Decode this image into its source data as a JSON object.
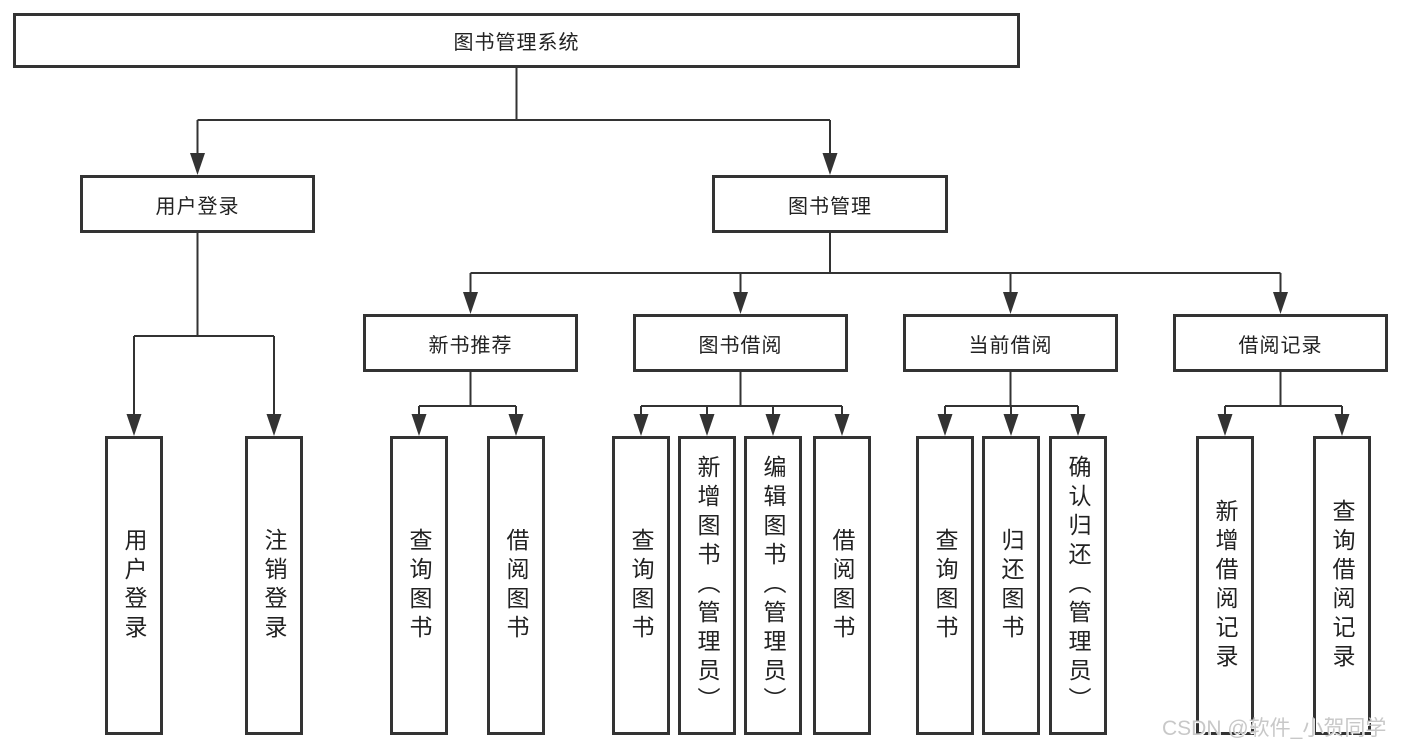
{
  "diagram": {
    "type": "tree",
    "root": {
      "label": "图书管理系统"
    },
    "branches": [
      {
        "label": "用户登录",
        "children": [
          {
            "label": "用户登录"
          },
          {
            "label": "注销登录"
          }
        ]
      },
      {
        "label": "图书管理",
        "children": [
          {
            "label": "新书推荐",
            "children": [
              {
                "label": "查询图书"
              },
              {
                "label": "借阅图书"
              }
            ]
          },
          {
            "label": "图书借阅",
            "children": [
              {
                "label": "查询图书"
              },
              {
                "label": "新增图书（管理员）"
              },
              {
                "label": "编辑图书（管理员）"
              },
              {
                "label": "借阅图书"
              }
            ]
          },
          {
            "label": "当前借阅",
            "children": [
              {
                "label": "查询图书"
              },
              {
                "label": "归还图书"
              },
              {
                "label": "确认归还（管理员）"
              }
            ]
          },
          {
            "label": "借阅记录",
            "children": [
              {
                "label": "新增借阅记录"
              },
              {
                "label": "查询借阅记录"
              }
            ]
          }
        ]
      }
    ]
  },
  "watermark": {
    "text": "CSDN @软件_小贺同学"
  },
  "colors": {
    "line": "#333333",
    "box_border": "#333333",
    "box_background": "#ffffff",
    "text": "#222222",
    "watermark": "#c8c8c8",
    "background": "#ffffff"
  }
}
